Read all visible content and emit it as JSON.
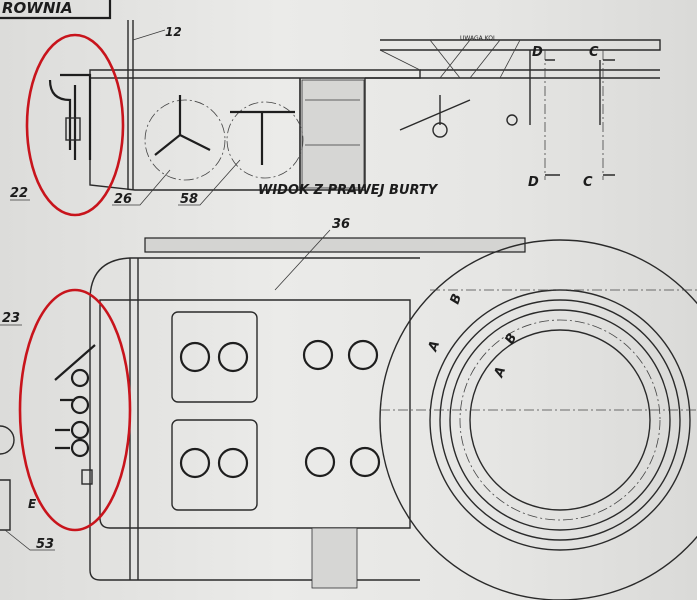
{
  "title_fragment": "ROWNIA",
  "view_title": "WIDOK Z PRAWEJ BURTY",
  "note": "UWAGA KOL",
  "callouts": {
    "c12": "12",
    "c22": "22",
    "c26": "26",
    "c58": "58",
    "c36": "36",
    "c23": "23",
    "c53": "53",
    "cE": "E"
  },
  "section_marks": {
    "d_top": "D",
    "c_top": "C",
    "d_bottom": "D",
    "c_bottom": "C",
    "b1": "B",
    "a1": "A",
    "b2": "B",
    "a2": "A"
  },
  "colors": {
    "highlight": "#c8141c",
    "ink": "#2a2a2a",
    "paper": "#e6e6e4"
  }
}
